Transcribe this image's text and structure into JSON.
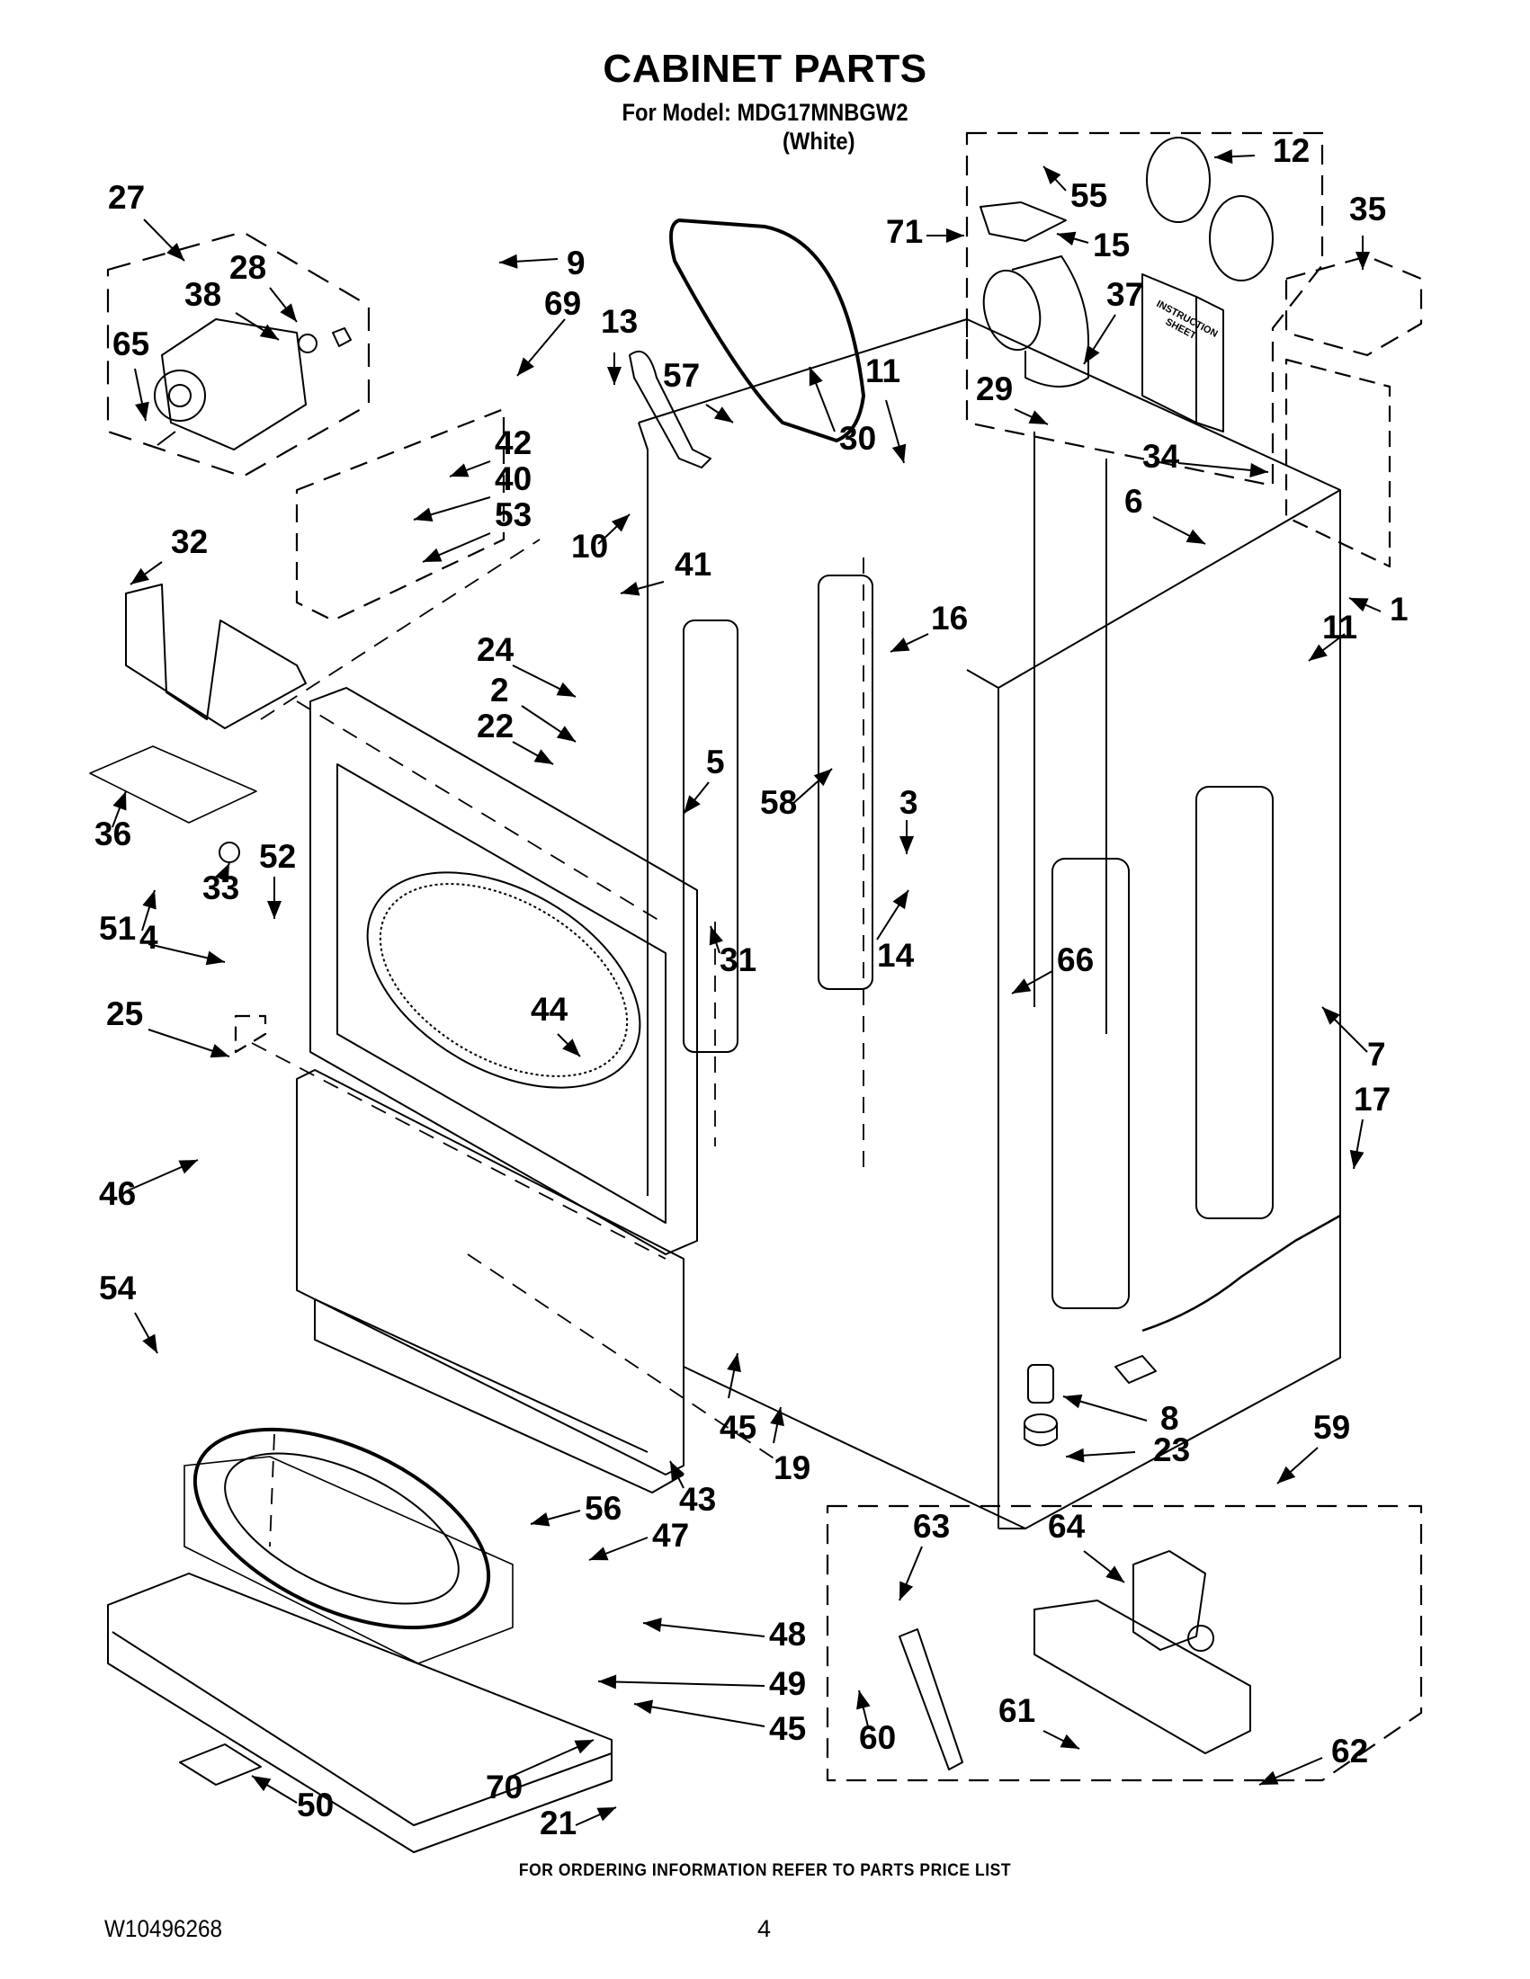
{
  "header": {
    "title": "CABINET PARTS",
    "model_line": "For Model: MDG17MNBGW2",
    "color_line": "(White)"
  },
  "footer": {
    "ordering_note": "FOR ORDERING INFORMATION REFER TO PARTS PRICE LIST",
    "document_number": "W10496268",
    "page_number": "4"
  },
  "diagram": {
    "type": "exploded-parts-view",
    "embedded_text": {
      "instruction_sheet": [
        "INSTRUCTION",
        "SHEET"
      ]
    },
    "callouts": [
      {
        "id": "1"
      },
      {
        "id": "2"
      },
      {
        "id": "3"
      },
      {
        "id": "4"
      },
      {
        "id": "5"
      },
      {
        "id": "6"
      },
      {
        "id": "7"
      },
      {
        "id": "8"
      },
      {
        "id": "9"
      },
      {
        "id": "10"
      },
      {
        "id": "11",
        "occurrences": 2
      },
      {
        "id": "12"
      },
      {
        "id": "13"
      },
      {
        "id": "14"
      },
      {
        "id": "15"
      },
      {
        "id": "16"
      },
      {
        "id": "17"
      },
      {
        "id": "19"
      },
      {
        "id": "21"
      },
      {
        "id": "22"
      },
      {
        "id": "23"
      },
      {
        "id": "24"
      },
      {
        "id": "25"
      },
      {
        "id": "27"
      },
      {
        "id": "28"
      },
      {
        "id": "29"
      },
      {
        "id": "30"
      },
      {
        "id": "31"
      },
      {
        "id": "32"
      },
      {
        "id": "33"
      },
      {
        "id": "34"
      },
      {
        "id": "35"
      },
      {
        "id": "36"
      },
      {
        "id": "37"
      },
      {
        "id": "38"
      },
      {
        "id": "40"
      },
      {
        "id": "41"
      },
      {
        "id": "42"
      },
      {
        "id": "43"
      },
      {
        "id": "44"
      },
      {
        "id": "45",
        "occurrences": 2
      },
      {
        "id": "46"
      },
      {
        "id": "47"
      },
      {
        "id": "48"
      },
      {
        "id": "49"
      },
      {
        "id": "50"
      },
      {
        "id": "51"
      },
      {
        "id": "52"
      },
      {
        "id": "53"
      },
      {
        "id": "54"
      },
      {
        "id": "55"
      },
      {
        "id": "56"
      },
      {
        "id": "57"
      },
      {
        "id": "58"
      },
      {
        "id": "59"
      },
      {
        "id": "60"
      },
      {
        "id": "61"
      },
      {
        "id": "62"
      },
      {
        "id": "63"
      },
      {
        "id": "64"
      },
      {
        "id": "65"
      },
      {
        "id": "66"
      },
      {
        "id": "69"
      },
      {
        "id": "70"
      },
      {
        "id": "71"
      }
    ]
  }
}
